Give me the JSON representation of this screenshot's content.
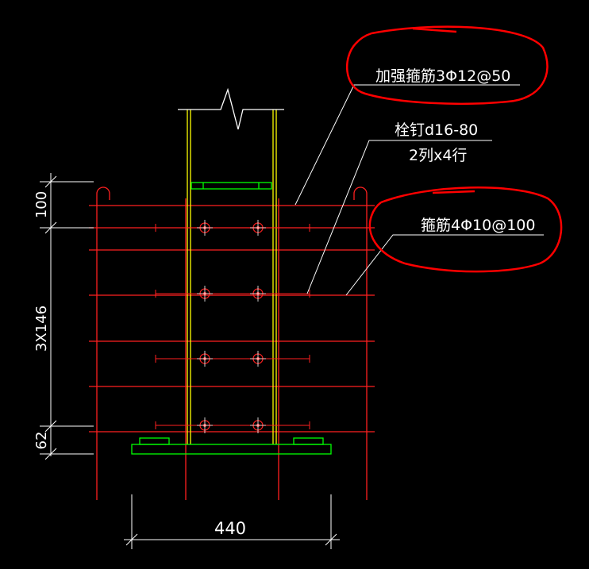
{
  "annotations": {
    "reinforced_stirrup": "加强箍筋3Φ12@50",
    "stud_spec": "栓钉d16-80",
    "stud_layout": "2列x4行",
    "stirrup": "箍筋4Φ10@100"
  },
  "dimensions": {
    "top": "100",
    "middle": "3X146",
    "bottom": "62",
    "width": "440"
  },
  "colors": {
    "background": "#000000",
    "rebar": "#ff2020",
    "steel": "#ffff00",
    "plate": "#00ff00",
    "leader": "#ffffff",
    "highlight": "#ff0000"
  }
}
